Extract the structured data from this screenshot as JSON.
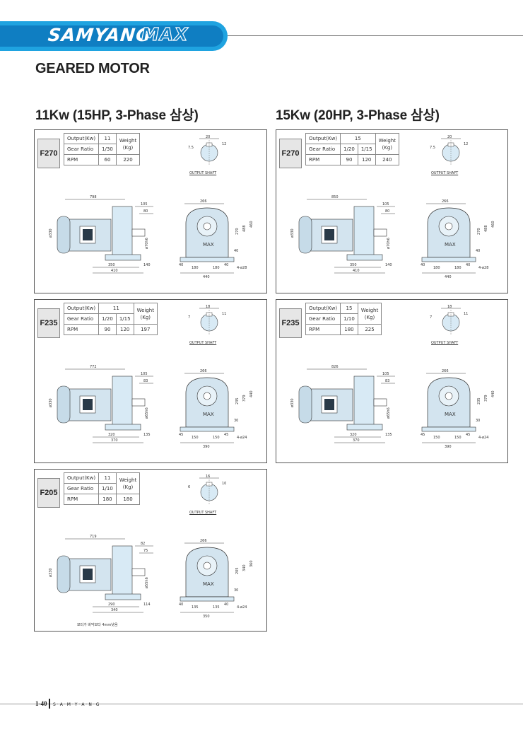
{
  "header": {
    "brand": "SAMYANG",
    "brand_logo": "MAX",
    "title": "GEARED MOTOR"
  },
  "sections": {
    "left": "11Kw (15HP, 3-Phase 삼상)",
    "right": "15Kw (20HP, 3-Phase 삼상)"
  },
  "labels": {
    "output": "Output(Kw)",
    "gear": "Gear Ratio",
    "rpm": "RPM",
    "weight1": "Weight",
    "weight2": "(Kg)",
    "shaft": "OUTPUT SHAFT",
    "max": "MAX"
  },
  "panels": [
    {
      "model": "F270",
      "output": "11",
      "ratios": [
        "1/30"
      ],
      "rpms": [
        "60"
      ],
      "weight": "220",
      "shaft": {
        "w": "20",
        "h": "12",
        "k": "7.5"
      },
      "dims": {
        "total": "798",
        "a": "105",
        "b": "80",
        "shaft_d": "ø70h6",
        "motor_d": "ø330",
        "base1": "350",
        "base2": "140",
        "base3": "410",
        "h1": "270",
        "h2": "488",
        "h3": "460",
        "h4": "40",
        "w1": "266",
        "f1": "180",
        "f2": "180",
        "e1": "40",
        "e2": "40",
        "foot": "440",
        "hole": "4-ø28"
      },
      "note": ""
    },
    {
      "model": "F270",
      "output": "15",
      "ratios": [
        "1/20",
        "1/15"
      ],
      "rpms": [
        "90",
        "120"
      ],
      "weight": "240",
      "shaft": {
        "w": "20",
        "h": "12",
        "k": "7.5"
      },
      "dims": {
        "total": "850",
        "a": "105",
        "b": "80",
        "shaft_d": "ø70h6",
        "motor_d": "ø330",
        "base1": "350",
        "base2": "140",
        "base3": "410",
        "h1": "270",
        "h2": "488",
        "h3": "460",
        "h4": "40",
        "w1": "266",
        "f1": "180",
        "f2": "180",
        "e1": "40",
        "e2": "40",
        "foot": "440",
        "hole": "4-ø28"
      },
      "note": ""
    },
    {
      "model": "F235",
      "output": "11",
      "ratios": [
        "1/20",
        "1/15"
      ],
      "rpms": [
        "90",
        "120"
      ],
      "weight": "197",
      "shaft": {
        "w": "18",
        "h": "11",
        "k": "7"
      },
      "dims": {
        "total": "772",
        "a": "105",
        "b": "83",
        "shaft_d": "ø65h6",
        "motor_d": "ø330",
        "base1": "320",
        "base2": "135",
        "base3": "370",
        "h1": "235",
        "h2": "379",
        "h3": "440",
        "h4": "30",
        "w1": "266",
        "f1": "150",
        "f2": "150",
        "e1": "45",
        "e2": "45",
        "foot": "390",
        "hole": "4-ø24"
      },
      "note": ""
    },
    {
      "model": "F235",
      "output": "15",
      "ratios": [
        "1/10"
      ],
      "rpms": [
        "180"
      ],
      "weight": "225",
      "shaft": {
        "w": "18",
        "h": "11",
        "k": "7"
      },
      "dims": {
        "total": "826",
        "a": "105",
        "b": "83",
        "shaft_d": "ø65h6",
        "motor_d": "ø330",
        "base1": "320",
        "base2": "135",
        "base3": "370",
        "h1": "235",
        "h2": "379",
        "h3": "440",
        "h4": "30",
        "w1": "266",
        "f1": "150",
        "f2": "150",
        "e1": "45",
        "e2": "45",
        "foot": "390",
        "hole": "4-ø24"
      },
      "note": ""
    },
    {
      "model": "F205",
      "output": "11",
      "ratios": [
        "1/10"
      ],
      "rpms": [
        "180"
      ],
      "weight": "180",
      "shaft": {
        "w": "16",
        "h": "10",
        "k": "6"
      },
      "dims": {
        "total": "719",
        "a": "82",
        "b": "75",
        "shaft_d": "ø55h6",
        "motor_d": "ø330",
        "base1": "290",
        "base2": "114",
        "base3": "340",
        "h1": "205",
        "h2": "340",
        "h3": "360",
        "h4": "30",
        "w1": "266",
        "f1": "135",
        "f2": "135",
        "e1": "40",
        "e2": "40",
        "foot": "350",
        "hole": "4-ø24"
      },
      "note": "모터가 바닥보다 4mm낮음"
    }
  ],
  "footer": {
    "page": "1-40",
    "brand": "S·A·M·Y·A·N·G"
  }
}
